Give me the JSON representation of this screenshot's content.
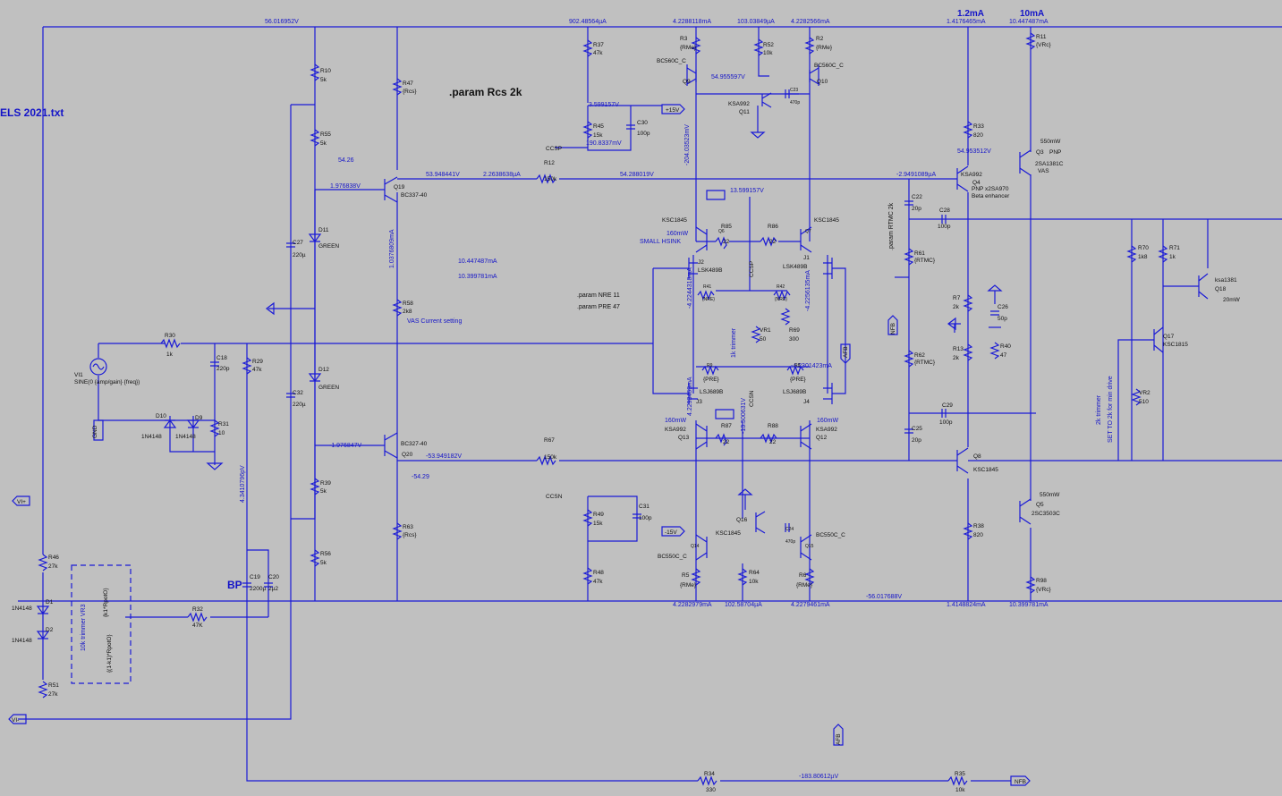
{
  "title_fragment": "ELS 2021.txt",
  "params": {
    "rcs": ".param Rcs 2k",
    "nre": ".param NRE 11",
    "pre": ".param PRE 47",
    "rtmc": ".param RTMC 2k"
  },
  "header_currents": {
    "i_vas": "1.2mA",
    "i_beta": "10mA"
  },
  "bp_label": "BP",
  "measurements": {
    "rail_pos": "56.016952V",
    "rail_neg": "-56.017688V",
    "i_r37": "902.48564µA",
    "i_r3": "4.2288118mA",
    "i_r52": "103.03849µA",
    "i_r2": "4.2282566mA",
    "i_r33": "1.4176465mA",
    "i_r11": "10.447487mA",
    "v_q9": "54.955597V",
    "v_ccsp": "3.599157V",
    "v_r45": "190.8337mV",
    "v_q9c": "-204.03523mV",
    "v_r54": "54.26",
    "v_q19b": "1.976838V",
    "v_q19e": "53.948441V",
    "i_r12": "2.2638638µA",
    "v_r12": "54.288019V",
    "v_q4b": "-2.9491089µA",
    "v_q3": "54.953512V",
    "v_15": "13.599157V",
    "i_q19": "1.0376809mA",
    "i_j2a": "10.447487mA",
    "i_j2b": "10.399781mA",
    "i_j2": "-4.2244318mA",
    "i_j1": "-4.2256135mA",
    "i_j3": "4.2293463mA",
    "i_j4": "-4.2301423mA",
    "v_cc": "-13.500631V",
    "v_q20b": "-1.976847V",
    "v_q20e": "-53.949182V",
    "v_r64": "-54.29",
    "v_r29": "4.3410796pV",
    "i_r5": "4.2282979mA",
    "i_r64": "102.58704µA",
    "i_r6": "4.2279461mA",
    "i_r38": "1.4148824mA",
    "i_r98": "10.399781mA",
    "v_fb": "-183.80612µV"
  },
  "labels": {
    "R10": "R10",
    "R10v": "5k",
    "R55": "R55",
    "R55v": "5k",
    "R47": "R47",
    "R47v": "{Rcs}",
    "R37": "R37",
    "R37v": "47k",
    "R45": "R45",
    "R45v": "15k",
    "C30": "C30",
    "C30v": "100p",
    "R3": "R3",
    "R3v": "{RMe}",
    "R52": "R52",
    "R52v": "10k",
    "R2": "R2",
    "R2v": "{RMe}",
    "Q9": "Q9",
    "Q9t": "BC560C_C",
    "Q10": "Q10",
    "Q10t": "BC560C_C",
    "Q11": "Q11",
    "Q11t": "KSA992",
    "C23": "C23",
    "C23v": "470p",
    "R33": "R33",
    "R33v": "820",
    "R11": "R11",
    "R11v": "{VRc}",
    "Q3": "Q3",
    "Q3t": "2SA1381C",
    "Q3n": "VAS",
    "Q3p": "PNP",
    "Q3w": "550mW",
    "Q4": "Q4",
    "Q4t": "KSA992",
    "Q4n": "PNP  x2SA970",
    "Q4b": "Beta enhancer",
    "Q19": "Q19",
    "Q19t": "BC337-40",
    "R12": "R12",
    "R12v": "150k",
    "CCSP": "CCSP",
    "p15": "+15V",
    "n15": "-15V",
    "C22": "C22",
    "C22v": "20p",
    "C28": "C28",
    "C28v": "100p",
    "R61": "R61",
    "R61v": "{RTMC}",
    "R62": "R62",
    "R62v": "{RTMC}",
    "C25": "C25",
    "C25v": "20p",
    "C29": "C29",
    "C29v": "100p",
    "R7": "R7",
    "R7v": "2k",
    "R13": "R13",
    "R13v": "2k",
    "C26": "C26",
    "C26v": "50p",
    "R40": "R40",
    "R40v": "47",
    "R70": "R70",
    "R70v": "1k8",
    "R71": "R71",
    "R71v": "1k",
    "Q18": "Q18",
    "Q18t": "ksa1381",
    "Q18w": "20mW",
    "Q17": "Q17",
    "Q17t": "KSC1815",
    "VR2": "VR2",
    "VR2v": "510",
    "tr2k": "2k trimmer",
    "tr2kb": "SET TO 2k for min drive",
    "Q6": "Q6",
    "Q6t": "KSC1845",
    "Q6w": "160mW",
    "Q6h": "SMALL HSINK",
    "R85": "R85",
    "R85v": "22",
    "R86": "R86",
    "R86v": "22",
    "Q7": "Q7",
    "Q7t": "KSC1845",
    "J2": "J2",
    "J2t": "LSK489B",
    "J1": "J1",
    "J1t": "LSK489B",
    "CCSP2": "CCSP",
    "R41": "R41",
    "R41v": "{NRE}",
    "R42": "R42",
    "R42v": "{NRE}",
    "VR1": "VR1",
    "VR1v": "50",
    "R69": "R69",
    "R69v": "300",
    "tr1k": "1k trimmer",
    "R9": "R9",
    "R9v": "{PRE}",
    "R8": "R8",
    "R8v": "{PRE}",
    "J3": "J3",
    "J3t": "LSJ689B",
    "J4": "J4",
    "J4t": "LSJ689B",
    "CCSN": "CCSN",
    "Q13": "Q13",
    "Q13t": "KSA992",
    "Q13w": "160mW",
    "R87": "R87",
    "R87v": "22",
    "R88": "R88",
    "R88v": "22",
    "Q12": "Q12",
    "Q12t": "KSA992",
    "Q12w": "160mW",
    "R58": "R58",
    "R58v": "2k8",
    "VASset": "VAS Current setting",
    "D11": "D11",
    "D11t": "GREEN",
    "D12": "D12",
    "D12t": "GREEN",
    "C27": "C27",
    "C27v": "220µ",
    "C32": "C32",
    "C32v": "220µ",
    "R30": "R30",
    "R30v": "1k",
    "C18": "C18",
    "C18v": "220p",
    "R29": "R29",
    "R29v": "47k",
    "VI1": "VI1",
    "VI1t": "SINE(0 {amp/gain} {freq})",
    "GND": "GND",
    "D10": "D10",
    "D10t": "1N4148",
    "D9": "D9",
    "D9t": "1N4148",
    "R31": "R31",
    "R31v": "10",
    "Q20": "Q20",
    "Q20t": "BC327-40",
    "R67": "R67",
    "R67v": "150k",
    "R39": "R39",
    "R39v": "5k",
    "R56": "R56",
    "R56v": "5k",
    "R63": "R63",
    "R63v": "{Rcs}",
    "CCSN2": "CCSN",
    "R49": "R49",
    "R49v": "15k",
    "C31": "C31",
    "C31v": "100p",
    "R48": "R48",
    "R48v": "47k",
    "Q8": "Q8",
    "Q8t": "KSC1845",
    "Q5": "Q5",
    "Q5t": "2SC3503C",
    "Q5w": "550mW",
    "R38": "R38",
    "R38v": "820",
    "R98": "R98",
    "R98v": "{VRc}",
    "Q16": "Q16",
    "Q16t": "KSC1845",
    "C24": "C24",
    "C24v": "470p",
    "Q14": "Q14",
    "Q14t": "BC550C_C",
    "Q15": "Q15",
    "Q15t": "BC550C_C",
    "R5": "R5",
    "R5v": "{RMe}",
    "R64": "R64",
    "R64v": "10k",
    "R6": "R6",
    "R6v": "{RMe}",
    "R46": "R46",
    "R46v": "27k",
    "R51": "R51",
    "R51v": "27k",
    "D1": "D1",
    "D1t": "1N4148",
    "D2": "D2",
    "D2t": "1N4148",
    "VR3a": "10k trimmer VR3",
    "VR3b": "{k1*RpotO}",
    "VR3c": "{(1-k1)*RpotO}",
    "R32": "R32",
    "R32v": "47K",
    "C19": "C19",
    "C19v": "2200µ",
    "C20": "C20",
    "C20v": "2µ2",
    "R34": "R34",
    "R34v": "330",
    "R35": "R35",
    "R35v": "10k",
    "VIp": "VI+",
    "VIm": "VI-",
    "NFB": "NFB",
    "AFB": "AFB"
  }
}
